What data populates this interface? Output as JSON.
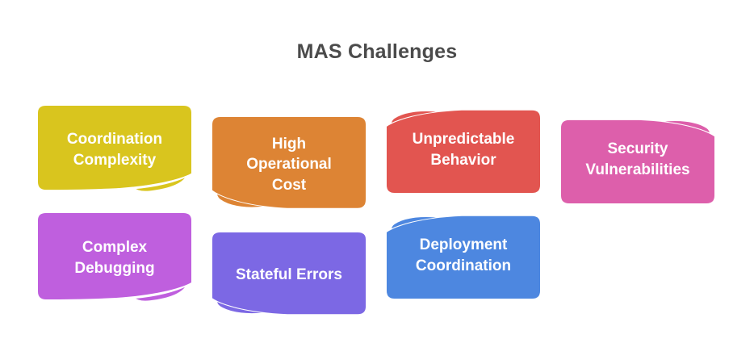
{
  "title": "MAS Challenges",
  "text_color_on_cards": "#ffffff",
  "title_color": "#4b4b4b",
  "cards": [
    {
      "label": "Coordination Complexity",
      "color": "#d9c51e",
      "curl": "bottom-right"
    },
    {
      "label": "High Operational Cost",
      "color": "#dd8434",
      "curl": "bottom-left"
    },
    {
      "label": "Unpredictable Behavior",
      "color": "#e25550",
      "curl": "top-left"
    },
    {
      "label": "Security Vulnerabilities",
      "color": "#dd5fab",
      "curl": "top-right"
    },
    {
      "label": "Complex Debugging",
      "color": "#bf5fde",
      "curl": "bottom-right"
    },
    {
      "label": "Stateful Errors",
      "color": "#7c68e4",
      "curl": "bottom-left"
    },
    {
      "label": "Deployment Coordination",
      "color": "#4d87e0",
      "curl": "top-left"
    }
  ]
}
